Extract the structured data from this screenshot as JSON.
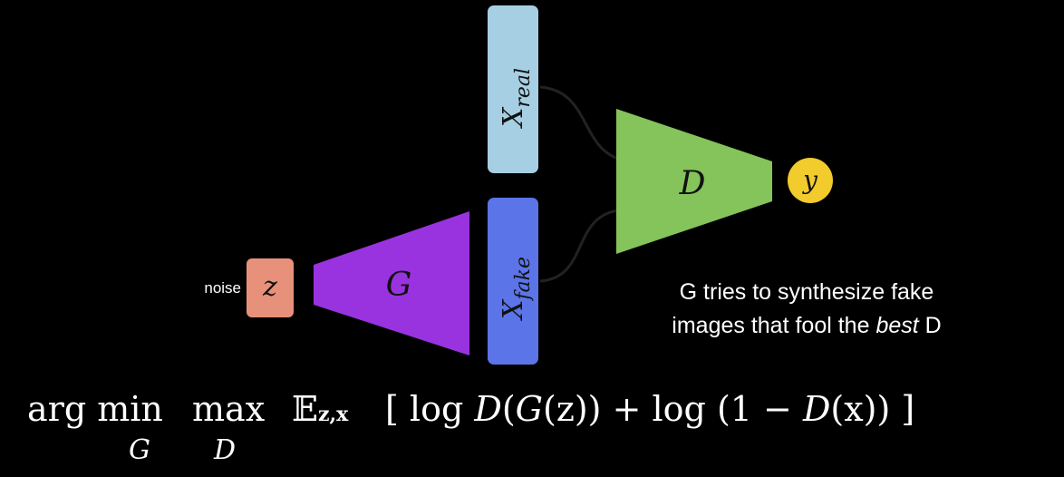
{
  "nodes": {
    "noise_label": "noise",
    "z_label": "z",
    "generator_label": "G",
    "x_real_main": "X",
    "x_real_sub": "real",
    "x_fake_main": "X",
    "x_fake_sub": "fake",
    "discriminator_label": "D",
    "output_label": "y"
  },
  "caption": {
    "line1": "G tries to synthesize fake",
    "line2_start": "images that fool the ",
    "line2_em": "best",
    "line2_end": " D"
  },
  "formula": {
    "argmin": "arg min",
    "min_sub": "G",
    "max": "max",
    "max_sub": "D",
    "expect": "𝔼",
    "expect_sub": "z,x",
    "open_bracket": "[",
    "log1": "log ",
    "d1": "D",
    "paren1": "(",
    "g": "G",
    "z_arg": "(z))",
    "plus_log": " + log (1 − ",
    "d2": "D",
    "x_arg": "(x)) ",
    "close_bracket": "]"
  },
  "colors": {
    "z_box": "#e8917a",
    "generator": "#9933e0",
    "x_real": "#a6cfe3",
    "x_fake": "#5b74e8",
    "discriminator": "#84c45a",
    "output": "#f2cb2c",
    "background": "#000000"
  }
}
